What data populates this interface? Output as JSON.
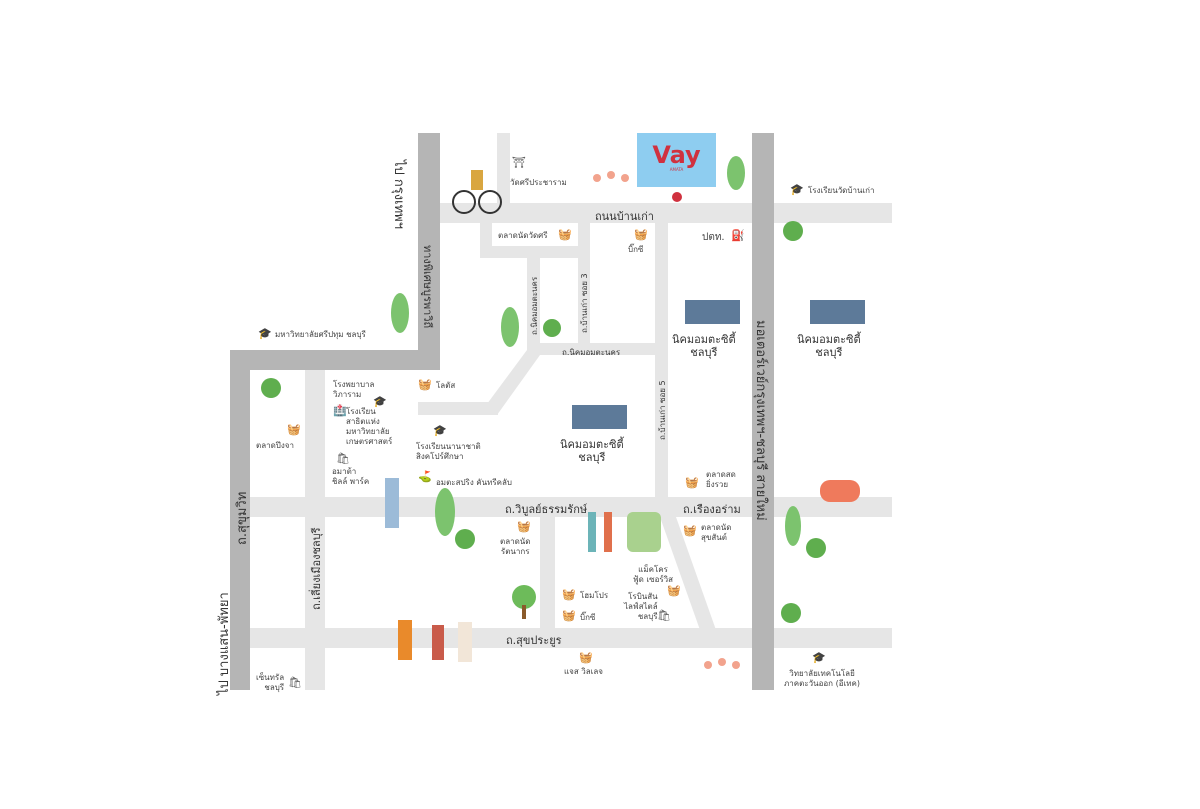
{
  "brand": {
    "name": "Vay",
    "tagline": "AMATA",
    "color": "#d0313f",
    "box_color": "#8ecdf0"
  },
  "roads": {
    "to_bangkok": "ไป กรุงเทพฯ",
    "burapha_withi": "ทางพิเศษบูรพาวิถี",
    "ban_kao": "ถนนบ้านเก่า",
    "nikhom_amata_nakhon_v": "ถ.นิคมอมตะนคร",
    "ban_kao_soi3": "ถ.บ้านเก่า ซอย 3",
    "nikhom_amata_nakhon_h": "ถ.นิคมอมตะนคร",
    "ban_kao_soi5": "ถ.บ้านเก่า ซอย 5",
    "motorway": "มอเตอร์เวย์กรุงเทพฯ-ชลบุรี สายใหม่",
    "sukhumvit": "ถ.สุขุมวิท",
    "bypass": "ถ.เลี่ยงเมืองชลบุรี",
    "to_bangsaen": "ไป บางแสน-พัทยา",
    "wiboon": "ถ.วิบูลย์ธรรมรักษ์",
    "rueang_aram": "ถ.เรืองอร่าม",
    "sukprayoon": "ถ.สุขประยูร"
  },
  "places": {
    "temple": "วัดศรีประชาราม",
    "market_wat_si": "ตลาดนัดวัดศรี",
    "bigc_top": "บิ๊กซี",
    "ptt": "ปตท.",
    "school_ban_kao": "โรงเรียนวัดบ้านเก่า",
    "sripatum": "มหาวิทยาลัยศรีปทุม ชลบุรี",
    "lotus": "โลตัส",
    "hospital": "โรงพยาบาล\nวิภาราม",
    "satit": "โรงเรียน\nสาธิตแห่ง\nมหาวิทยาลัย\nเกษตรศาสตร์",
    "intl_school": "โรงเรียนนานาชาติ\nสิงคโปร์ศึกษา",
    "chill_park": "อมาต้า\nชิลล์ พาร์ค",
    "golf": "อมตะสปริง คันทรีคลับ",
    "market_bueng": "ตลาดปึงจา",
    "market_rattana": "ตลาดนัด\nรัตนากร",
    "market_yingruay": "ตลาดสด\nยิ่งรวย",
    "market_suksan": "ตลาดนัด\nสุขสันต์",
    "makro": "แม็คโคร\nฟู้ด เซอร์วิส",
    "robinson": "โรบินสัน\nไลฟ์สไตล์\nชลบุรี",
    "homepro": "โฮมโปร",
    "bigc": "บิ๊กซี",
    "jas": "แจส วิลเลจ",
    "central": "เซ็นทรัล\nชลบุรี",
    "etech": "วิทยาลัยเทคโนโลยี\nภาคตะวันออก (อีเทค)",
    "amata1": "นิคมอมตะซิตี้\nชลบุรี",
    "amata2": "นิคมอมตะซิตี้\nชลบุรี",
    "amata3": "นิคมอมตะซิตี้\nชลบุรี"
  },
  "colors": {
    "main_road": "#b5b5b5",
    "minor_road": "#e6e6e6",
    "tree": "#7cc36e",
    "pin": "#d0313f"
  }
}
